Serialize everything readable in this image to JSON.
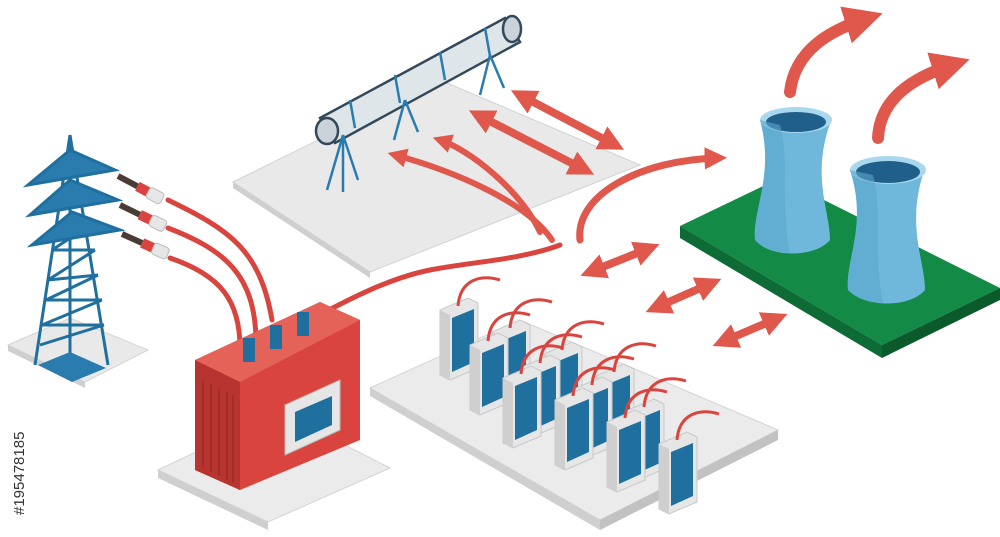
{
  "illustration": {
    "components": [
      "transmission-tower",
      "transformer",
      "pipeline",
      "switchgear",
      "cooling-towers"
    ],
    "colors": {
      "red": "#d9453e",
      "red_dark": "#b73430",
      "arrow": "#e0574c",
      "blue_dark": "#1f6f9f",
      "blue_light": "#6fb8db",
      "green": "#138a45",
      "platform": "#e9e9e9",
      "steel_blue": "#2a7cae",
      "pipe_gray": "#dfe6ea"
    }
  },
  "stock_id": "#195478185"
}
